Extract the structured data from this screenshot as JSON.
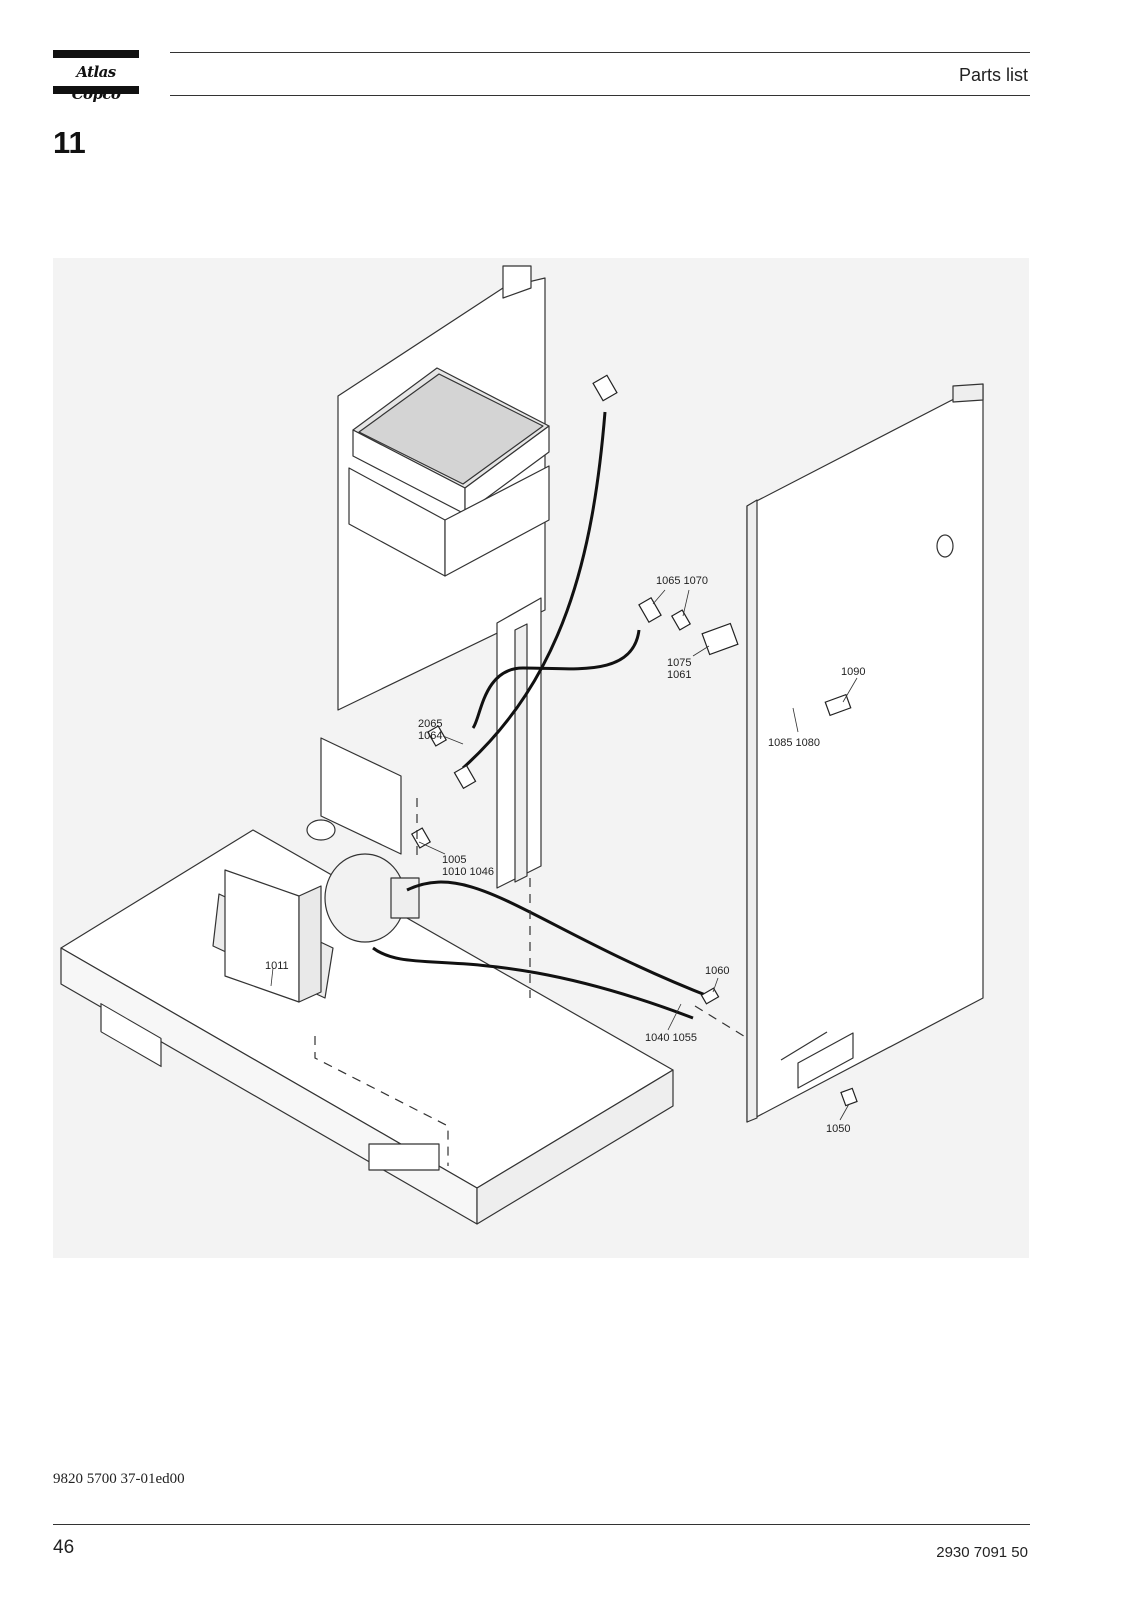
{
  "header": {
    "logo_text": "Atlas Copco",
    "title": "Parts list"
  },
  "section": {
    "number": "11"
  },
  "figure": {
    "callouts": [
      {
        "id": "c1",
        "text": "1065 1070"
      },
      {
        "id": "c2",
        "text": "1075"
      },
      {
        "id": "c3",
        "text": "1061"
      },
      {
        "id": "c4",
        "text": "1090"
      },
      {
        "id": "c5",
        "text": "1085 1080"
      },
      {
        "id": "c6",
        "text": "2065"
      },
      {
        "id": "c7",
        "text": "1064"
      },
      {
        "id": "c8",
        "text": "1005"
      },
      {
        "id": "c9",
        "text": "1010 1046"
      },
      {
        "id": "c10",
        "text": "1011"
      },
      {
        "id": "c11",
        "text": "1060"
      },
      {
        "id": "c12",
        "text": "1040 1055"
      },
      {
        "id": "c13",
        "text": "1050"
      }
    ]
  },
  "footer": {
    "doc_code": "9820 5700 37-01ed00",
    "page_number": "46",
    "part_number": "2930 7091 50"
  }
}
